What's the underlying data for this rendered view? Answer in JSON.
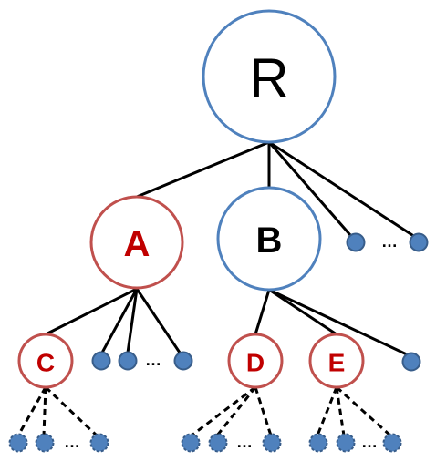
{
  "colors": {
    "blue_outline": "#4f81bd",
    "red_outline": "#c0504d",
    "red_text": "#c00000",
    "black_text": "#000000",
    "leaf_fill": "#4f81bd",
    "leaf_stroke": "#385d8a",
    "edge": "#000000"
  },
  "nodes": {
    "root": {
      "label": "R"
    },
    "a": {
      "label": "A"
    },
    "b": {
      "label": "B"
    },
    "c": {
      "label": "C"
    },
    "d": {
      "label": "D"
    },
    "e": {
      "label": "E"
    }
  },
  "ellipsis": "…"
}
